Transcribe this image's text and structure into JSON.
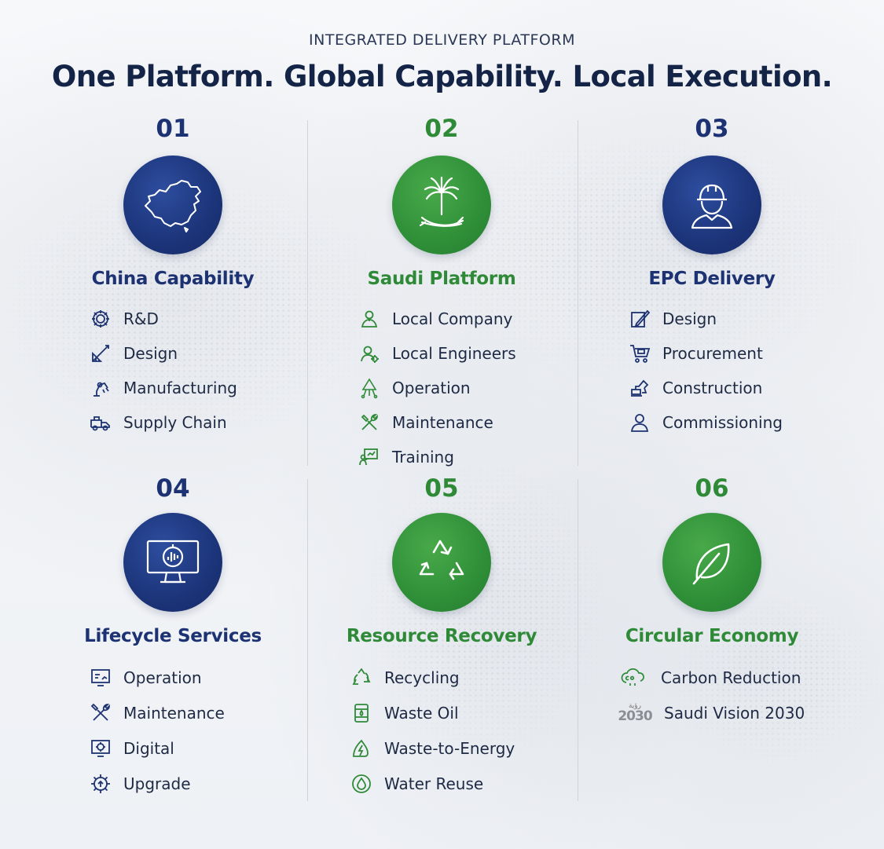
{
  "eyebrow": "INTEGRATED DELIVERY PLATFORM",
  "headline": "One Platform. Global Capability. Local Execution.",
  "colors": {
    "navy": "#1c3479",
    "green": "#2f8f38",
    "text": "#1e2a44"
  },
  "columns": [
    {
      "number": "01",
      "title": "China Capability",
      "theme": "blue",
      "icon": "china-map-icon",
      "items": [
        {
          "label": "R&D",
          "icon": "gear-icon"
        },
        {
          "label": "Design",
          "icon": "pencil-ruler-icon"
        },
        {
          "label": "Manufacturing",
          "icon": "robot-arm-icon"
        },
        {
          "label": "Supply Chain",
          "icon": "truck-icon"
        }
      ]
    },
    {
      "number": "02",
      "title": "Saudi Platform",
      "theme": "green",
      "icon": "palm-swords-icon",
      "items": [
        {
          "label": "Local Company",
          "icon": "person-location-icon"
        },
        {
          "label": "Local Engineers",
          "icon": "engineer-icon"
        },
        {
          "label": "Operation",
          "icon": "operation-icon"
        },
        {
          "label": "Maintenance",
          "icon": "tools-icon"
        },
        {
          "label": "Training",
          "icon": "training-icon"
        }
      ]
    },
    {
      "number": "03",
      "title": "EPC Delivery",
      "theme": "blue",
      "icon": "hardhat-worker-icon",
      "items": [
        {
          "label": "Design",
          "icon": "pencil-icon"
        },
        {
          "label": "Procurement",
          "icon": "cart-icon"
        },
        {
          "label": "Construction",
          "icon": "excavator-icon"
        },
        {
          "label": "Commissioning",
          "icon": "person-icon"
        }
      ]
    },
    {
      "number": "04",
      "title": "Lifecycle Services",
      "theme": "blue",
      "icon": "monitor-icon",
      "items": [
        {
          "label": "Operation",
          "icon": "dashboard-icon"
        },
        {
          "label": "Maintenance",
          "icon": "wrench-screwdriver-icon"
        },
        {
          "label": "Digital",
          "icon": "digital-icon"
        },
        {
          "label": "Upgrade",
          "icon": "gear-upgrade-icon"
        }
      ]
    },
    {
      "number": "05",
      "title": "Resource Recovery",
      "theme": "green",
      "icon": "recycle-icon",
      "items": [
        {
          "label": "Recycling",
          "icon": "recycle-small-icon"
        },
        {
          "label": "Waste Oil",
          "icon": "oil-barrel-icon"
        },
        {
          "label": "Waste-to-Energy",
          "icon": "energy-icon"
        },
        {
          "label": "Water Reuse",
          "icon": "water-drop-icon"
        }
      ]
    },
    {
      "number": "06",
      "title": "Circular Economy",
      "theme": "green",
      "icon": "leaf-icon",
      "items": [
        {
          "label": "Carbon Reduction",
          "icon": "co2-cloud-icon"
        },
        {
          "label": "Saudi Vision 2030",
          "icon": "vision-2030-logo"
        }
      ]
    }
  ],
  "vision_logo": {
    "arabic": "رؤية",
    "year": "2030"
  }
}
